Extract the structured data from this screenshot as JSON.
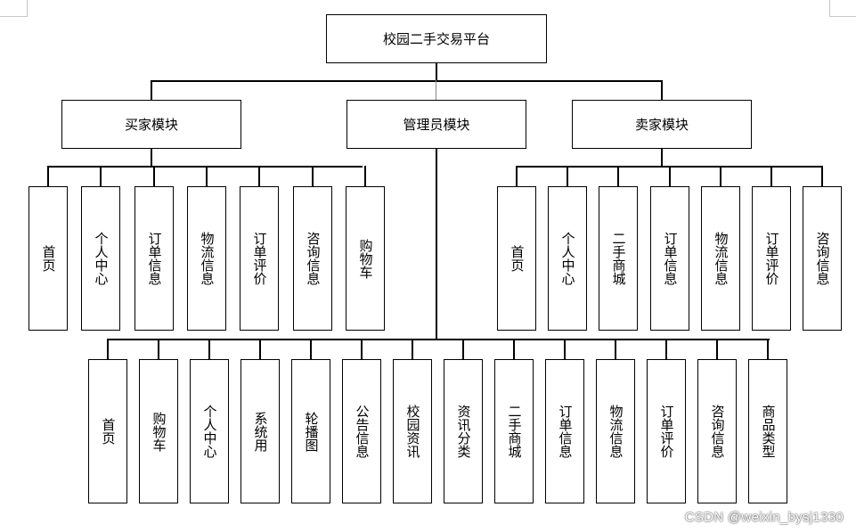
{
  "root": {
    "label": "校园二手交易平台"
  },
  "modules": {
    "buyer": {
      "label": "买家模块",
      "items": [
        "首页",
        "个人中心",
        "订单信息",
        "物流信息",
        "订单评价",
        "咨询信息",
        "购物车"
      ]
    },
    "admin": {
      "label": "管理员模块",
      "items": [
        "首页",
        "购物车",
        "个人中心",
        "系统用",
        "轮播图",
        "公告信息",
        "校园资讯",
        "资讯分类",
        "二手商城",
        "订单信息",
        "物流信息",
        "订单评价",
        "咨询信息",
        "商品类型"
      ]
    },
    "seller": {
      "label": "卖家模块",
      "items": [
        "首页",
        "个人中心",
        "二手商城",
        "订单信息",
        "物流信息",
        "订单评价",
        "咨询信息"
      ]
    }
  },
  "watermark": "CSDN @weixin_bysj1330",
  "colors": {
    "line": "#000000",
    "box_border": "#000000",
    "background": "#ffffff"
  }
}
